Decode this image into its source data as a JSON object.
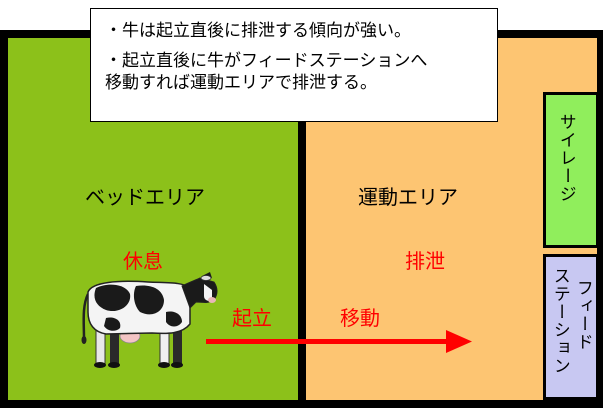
{
  "callout": {
    "line1": "・牛は起立直後に排泄する傾向が強い。",
    "line2a": "・起立直後に牛がフィードステーションへ",
    "line2b": "移動すれば運動エリアで排泄する。"
  },
  "zones": {
    "bed_area": "ベッドエリア",
    "exercise_area": "運動エリア",
    "silage": "サイレージ",
    "feed_station_line1": "フィード",
    "feed_station_line2": "ステーション"
  },
  "labels": {
    "rest": "休息",
    "excrete": "排泄",
    "standing": "起立",
    "move": "移動"
  },
  "colors": {
    "bed_area": "#8cc11a",
    "exercise_area": "#fdc572",
    "silage": "#90ee5c",
    "feed_station": "#c8c8f2",
    "highlight_text": "#ff0000",
    "arrow": "#ff0000"
  },
  "icons": {
    "cow": "holstein-cow-icon",
    "arrow": "right-arrow-icon"
  }
}
